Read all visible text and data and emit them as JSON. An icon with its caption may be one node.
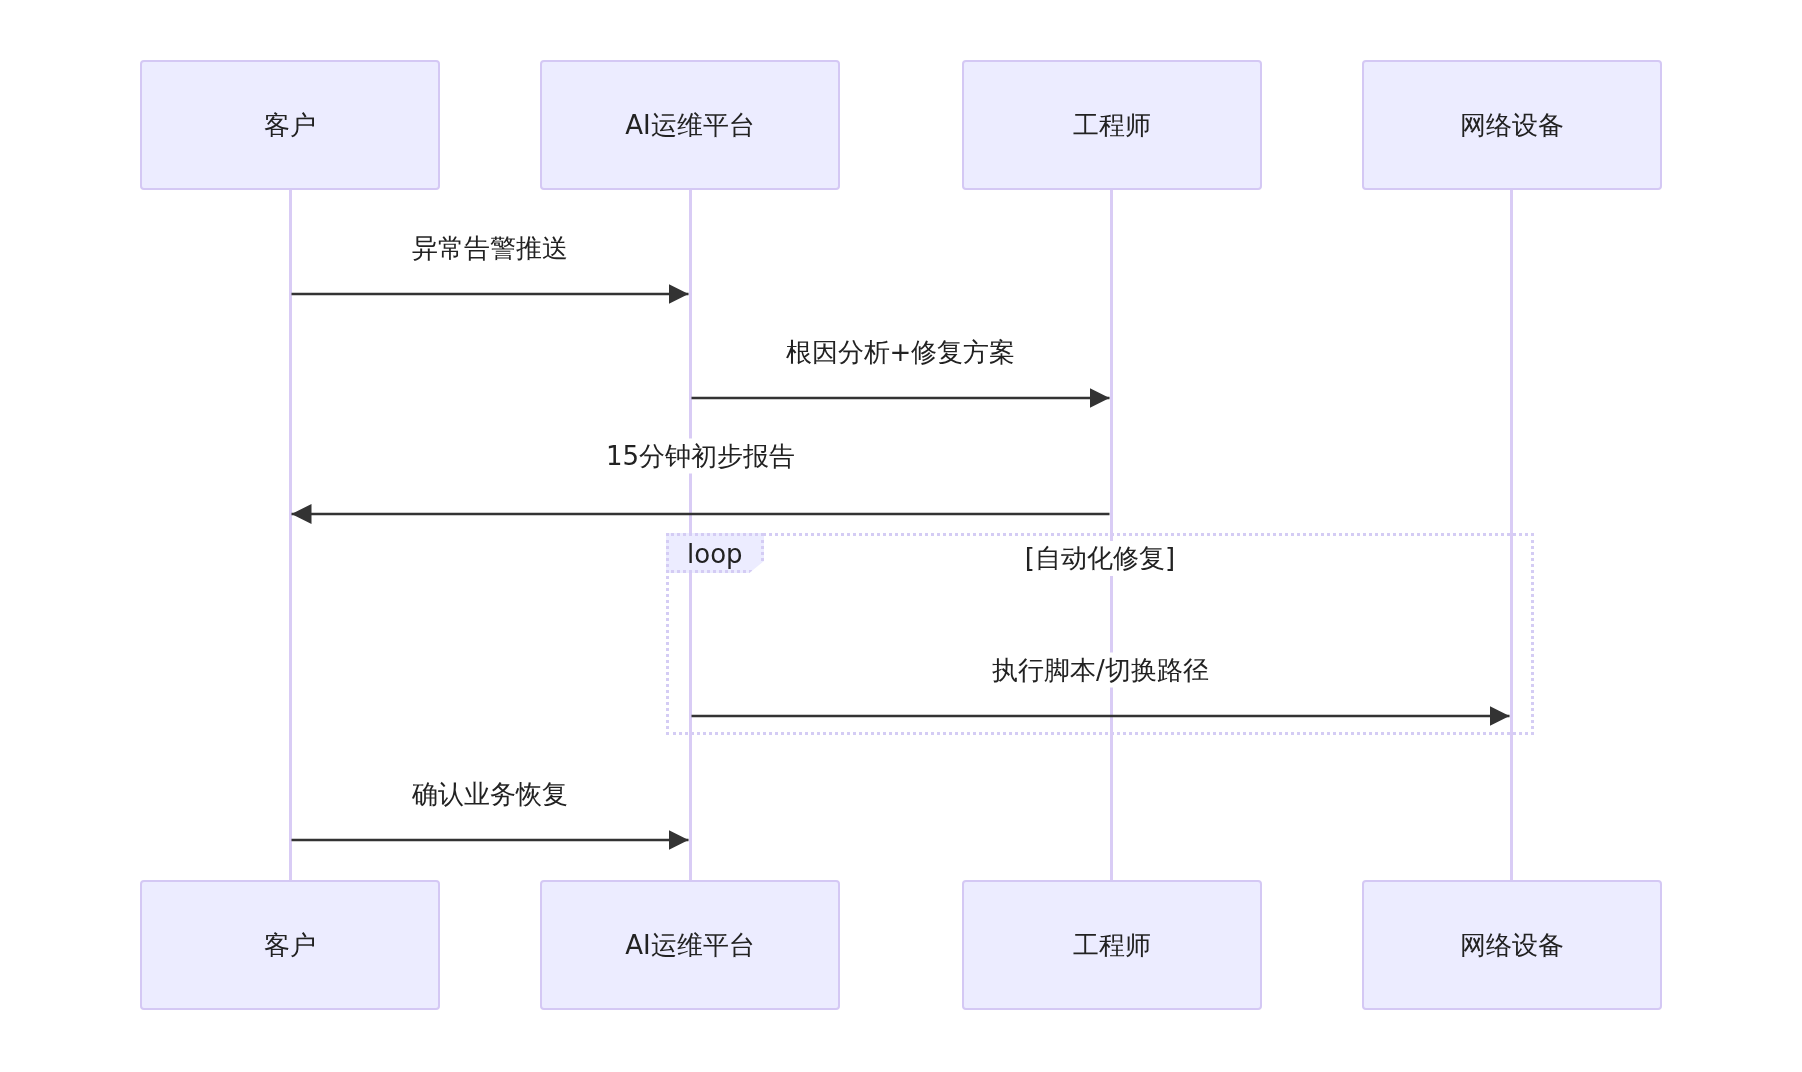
{
  "diagram": {
    "nodes": [
      {
        "text": [
          "客户"
        ]
      },
      {
        "text": [
          "AI运维平台"
        ]
      },
      {
        "text": [
          "工程师"
        ]
      },
      {
        "text": [
          "网络设备"
        ]
      },
      {
        "text": [],
        "shape": "bar"
      },
      {
        "text": [],
        "shape": "bar"
      },
      {
        "text": [],
        "shape": "bar"
      },
      {
        "text": [],
        "shape": "bar"
      },
      {
        "text": [
          "loop"
        ]
      },
      {
        "text": [
          "客户"
        ]
      },
      {
        "text": [
          "AI运维平台"
        ]
      },
      {
        "text": [
          "工程师"
        ]
      },
      {
        "text": [
          "网络设备"
        ]
      }
    ],
    "edges": [
      {
        "from": 4,
        "to": 5,
        "arrow": "to",
        "label": "异常告警推送"
      },
      {
        "from": 5,
        "to": 6,
        "arrow": "to",
        "label": "根因分析+修复方案"
      },
      {
        "from": 6,
        "to": 4,
        "arrow": "to",
        "label": "15分钟初步报告"
      },
      {
        "from": 5,
        "to": 7,
        "arrow": "to",
        "label": "执行脚本/切换路径"
      },
      {
        "from": 4,
        "to": 5,
        "arrow": "to",
        "label": "确认业务恢复"
      }
    ],
    "labels": [
      "[自动化修复]"
    ]
  }
}
